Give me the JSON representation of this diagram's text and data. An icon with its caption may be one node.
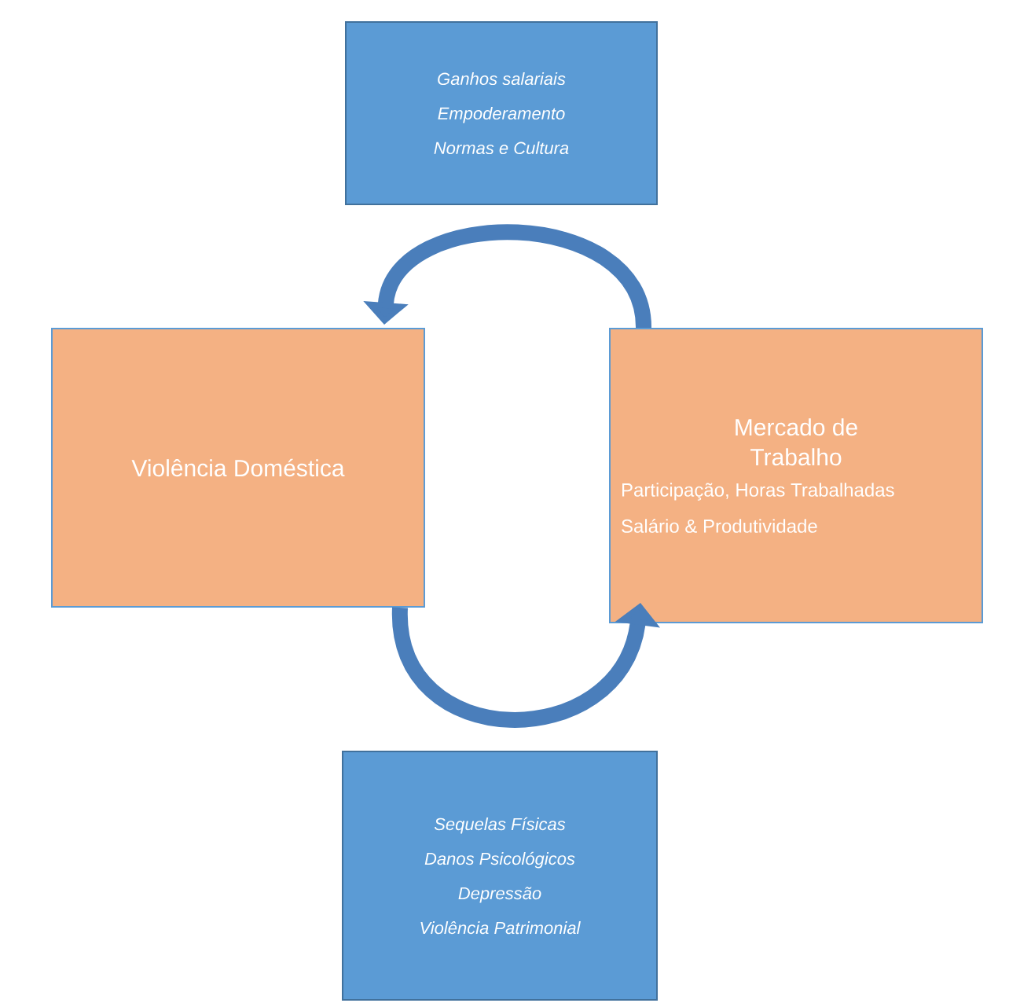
{
  "diagram": {
    "nodes": [
      {
        "text": [
          "Ganhos salariais",
          "Empoderamento",
          "Normas e Cultura"
        ]
      },
      {
        "text": [
          "Violência Doméstica"
        ]
      },
      {
        "text": [
          "Mercado de Trabalho",
          "Participação, Horas Trabalhadas",
          "Salário & Produtividade"
        ]
      },
      {
        "text": [
          "Sequelas Físicas",
          "Danos Psicológicos",
          "Depressão",
          "Violência Patrimonial"
        ]
      }
    ],
    "edges": [
      {
        "from": 2,
        "to": 1,
        "arrow": "to"
      },
      {
        "from": 1,
        "to": 2,
        "arrow": "to"
      }
    ]
  }
}
